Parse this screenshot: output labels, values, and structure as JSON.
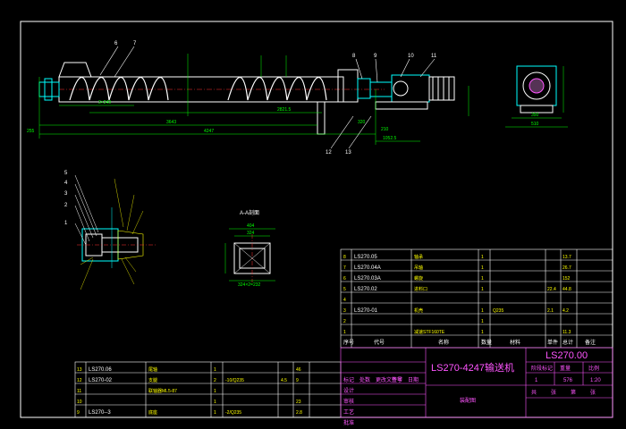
{
  "callouts": {
    "n1": "1",
    "n2": "2",
    "n3": "3",
    "n4": "4",
    "n5": "5",
    "n6": "6",
    "n7": "7",
    "n8": "8",
    "n9": "9",
    "n10": "10",
    "n11": "11",
    "n12": "12",
    "n13": "13"
  },
  "dims": {
    "d_4247": "4247",
    "d_3643": "3643",
    "d_2821": "2821.5",
    "d_1052": "1052.5",
    "d_320": "320",
    "d_210": "210",
    "d_255": "255",
    "d_3x240": "3×240",
    "d_350": "350",
    "d_510": "510",
    "d_404": "404",
    "d_324": "324",
    "d_324x2": "324×2=232"
  },
  "section_label": "A-A剖面",
  "bom_upper": [
    {
      "no": "8",
      "code": "LS270.05",
      "name": "轴承",
      "qty": "1",
      "mat": "",
      "w1": "",
      "w2": "13.7"
    },
    {
      "no": "7",
      "code": "LS270.04A",
      "name": "吊轴",
      "qty": "1",
      "mat": "",
      "w1": "",
      "w2": "26.7"
    },
    {
      "no": "6",
      "code": "LS270.03A",
      "name": "螺旋",
      "qty": "1",
      "mat": "",
      "w1": "",
      "w2": "152"
    },
    {
      "no": "5",
      "code": "LS270.02",
      "name": "进料口",
      "qty": "1",
      "mat": "",
      "w1": "22.4",
      "w2": "44.8"
    },
    {
      "no": "4",
      "code": "",
      "name": "",
      "qty": "",
      "mat": "",
      "w1": "",
      "w2": ""
    },
    {
      "no": "3",
      "code": "LS270-01",
      "name": "机壳",
      "qty": "1",
      "mat": "Q235",
      "w1": "2.1",
      "w2": "4.2"
    },
    {
      "no": "2",
      "code": "",
      "name": "",
      "qty": "1",
      "mat": "",
      "w1": "",
      "w2": ""
    },
    {
      "no": "1",
      "code": "",
      "name": "减速STF160TE",
      "qty": "1",
      "mat": "",
      "w1": "",
      "w2": "11.3"
    }
  ],
  "bom_header": {
    "no": "序号",
    "code": "代号",
    "name": "名称",
    "qty": "数量",
    "mat": "材料",
    "w1": "单件",
    "w2": "总计",
    "note": "备注"
  },
  "bom_lower": [
    {
      "no": "13",
      "code": "LS270.06",
      "name": "尾轴",
      "qty": "1",
      "mat": "",
      "w1": "",
      "w2": "46"
    },
    {
      "no": "12",
      "code": "LS270-02",
      "name": "支腿",
      "qty": "2",
      "mat": "-10/Q235",
      "w1": "4.5",
      "w2": "9"
    },
    {
      "no": "11",
      "code": "",
      "name": "联轴器ML5-87",
      "qty": "1",
      "mat": "",
      "w1": "",
      "w2": ""
    },
    {
      "no": "10",
      "code": "",
      "name": "",
      "qty": "1",
      "mat": "",
      "w1": "",
      "w2": "23"
    },
    {
      "no": "9",
      "code": "LS270--3",
      "name": "底座",
      "qty": "1",
      "mat": "-2/Q235",
      "w1": "",
      "w2": "2.8"
    }
  ],
  "title_block": {
    "drawing_no": "LS270.00",
    "title": "LS270-4247输送机",
    "subtitle": "装配图",
    "scale": "1:20",
    "weight": "576",
    "sheet": "1",
    "labels": [
      "标记",
      "处数",
      "更改文件号",
      "签字",
      "日期"
    ],
    "roles": [
      "设计",
      "审核",
      "工艺",
      "批准"
    ],
    "stage_labels": [
      "阶段标记",
      "重量",
      "比例"
    ],
    "sheet_labels": [
      "共",
      "张",
      "第",
      "张"
    ]
  },
  "colors": {
    "line": "#ffffff",
    "dim": "#00ff00",
    "part": "#ffff00",
    "tb": "#ff55ff",
    "cyan": "#00ffff"
  }
}
